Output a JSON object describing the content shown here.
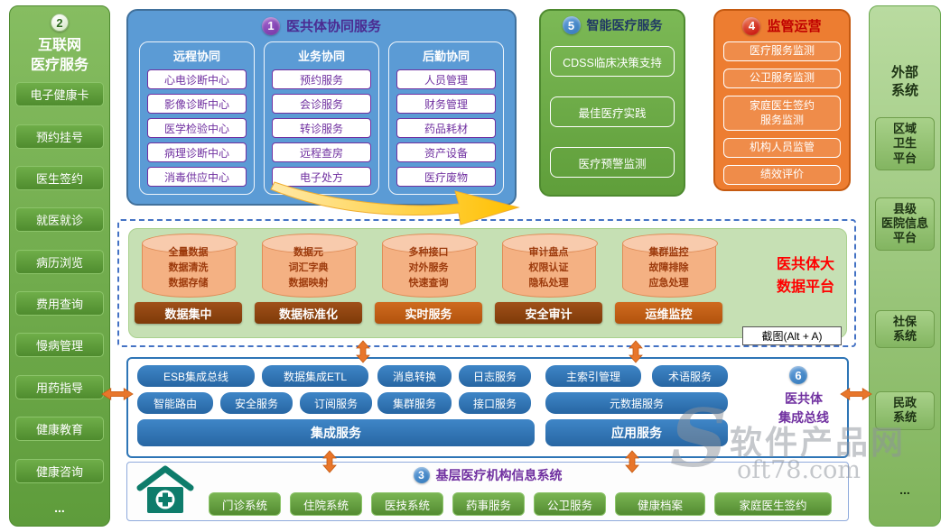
{
  "colors": {
    "blue_panel": "#5b9bd5",
    "deep_blue": "#2e75b6",
    "green_panel": "#70ad47",
    "orange_panel": "#ed7d31",
    "purple_text": "#7030a0",
    "red_title": "#c00000",
    "big_data_red": "#ff0000",
    "label_dark_brown": "#7e3a08",
    "label_brown": "#b2530d",
    "cylinder_fill": "#f4b183",
    "arrow_orange": "#e8762b",
    "arrow_yellow": "#ffc000",
    "light_green_panel": "#c6e0b4"
  },
  "left_sidebar": {
    "badge": "2",
    "title": "互联网\n医疗服务",
    "items": [
      "电子健康卡",
      "预约挂号",
      "医生签约",
      "就医就诊",
      "病历浏览",
      "费用查询",
      "慢病管理",
      "用药指导",
      "健康教育",
      "健康咨询"
    ],
    "more": "..."
  },
  "collab": {
    "badge": "1",
    "title": "医共体协同服务",
    "columns": [
      {
        "header": "远程协同",
        "items": [
          "心电诊断中心",
          "影像诊断中心",
          "医学检验中心",
          "病理诊断中心",
          "消毒供应中心"
        ]
      },
      {
        "header": "业务协同",
        "items": [
          "预约服务",
          "会诊服务",
          "转诊服务",
          "远程查房",
          "电子处方"
        ]
      },
      {
        "header": "后勤协同",
        "items": [
          "人员管理",
          "财务管理",
          "药品耗材",
          "资产设备",
          "医疗废物"
        ]
      }
    ]
  },
  "smart": {
    "badge": "5",
    "title": "智能医疗服务",
    "items": [
      "CDSS临床决策支持",
      "最佳医疗实践",
      "医疗预警监测"
    ]
  },
  "regulation": {
    "badge": "4",
    "title": "监管运营",
    "items": [
      "医疗服务监测",
      "公卫服务监测",
      "家庭医生签约服务监测",
      "机构人员监管",
      "绩效评价"
    ]
  },
  "external": {
    "title": "外部\n系统",
    "items": [
      "区域\n卫生\n平台",
      "县级\n医院信息\n平台",
      "社保\n系统",
      "民政\n系统"
    ],
    "more": "..."
  },
  "big_data": {
    "title": "医共体大\n数据平台",
    "modules": [
      {
        "text": "全量数据\n数据清洗\n数据存储",
        "label": "数据集中"
      },
      {
        "text": "数据元\n词汇字典\n数据映射",
        "label": "数据标准化"
      },
      {
        "text": "多种接口\n对外服务\n快速查询",
        "label": "实时服务"
      },
      {
        "text": "审计盘点\n权限认证\n隐私处理",
        "label": "安全审计"
      },
      {
        "text": "集群监控\n故障排除\n应急处理",
        "label": "运维监控"
      }
    ]
  },
  "tooltip": "截图(Alt + A)",
  "bus": {
    "badge": "6",
    "title": "医共体\n集成总线",
    "row1": [
      "ESB集成总线",
      "数据集成ETL",
      "消息转换",
      "日志服务",
      "主索引管理",
      "术语服务"
    ],
    "row2": [
      "智能路由",
      "安全服务",
      "订阅服务",
      "集群服务",
      "接口服务",
      "元数据服务"
    ],
    "big": [
      "集成服务",
      "应用服务"
    ]
  },
  "grassroots": {
    "badge": "3",
    "title": "基层医疗机构信息系统",
    "items": [
      "门诊系统",
      "住院系统",
      "医技系统",
      "药事服务",
      "公卫服务",
      "健康档案",
      "家庭医生签约"
    ]
  },
  "watermark": {
    "s": "S",
    "brand": "软件产品网",
    "domain": "oft78.com"
  }
}
